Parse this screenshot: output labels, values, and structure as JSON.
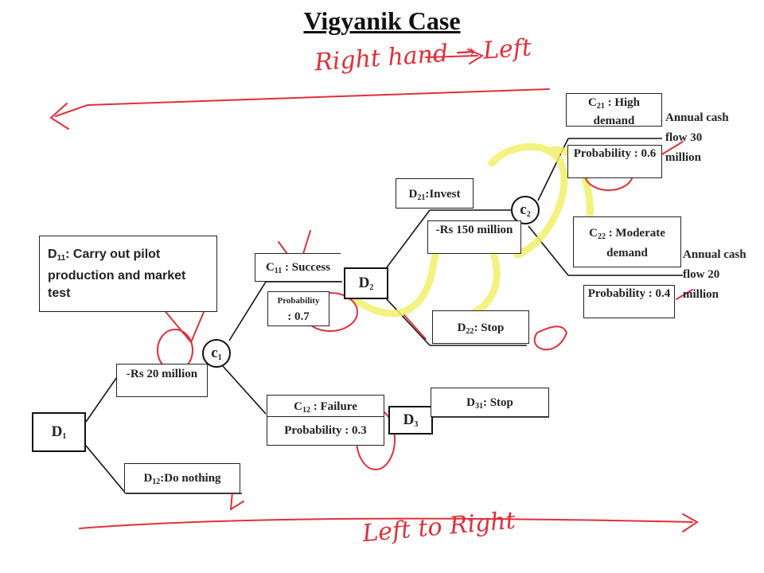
{
  "title": "Vigyanik Case",
  "colors": {
    "ink": "#e0303a",
    "highlight": "#f2f06a",
    "line": "#111111"
  },
  "nodes": {
    "d1": {
      "letter": "D",
      "sub": "1"
    },
    "c1": {
      "letter": "c",
      "sub": "1"
    },
    "d2": {
      "letter": "D",
      "sub": "2"
    },
    "d3": {
      "letter": "D",
      "sub": "3"
    },
    "c2": {
      "letter": "c",
      "sub": "2"
    }
  },
  "labels": {
    "d11": {
      "prefix": "D",
      "sub": "11",
      "text": ": Carry out pilot production and market test"
    },
    "d11_cost": "-Rs 20 million",
    "d12": {
      "prefix": "D",
      "sub": "12",
      "text": ":Do nothing"
    },
    "c11": {
      "prefix": "C",
      "sub": "11",
      "text": " : Success"
    },
    "c11_prob_label": "Probability",
    "c11_prob_value": ": 0.7",
    "c12": {
      "prefix": "C",
      "sub": "12",
      "text": " : Failure"
    },
    "c12_prob": "Probability : 0.3",
    "d21": {
      "prefix": "D",
      "sub": "21",
      "text": ":Invest"
    },
    "d21_cost": "-Rs 150 million",
    "d22": {
      "prefix": "D",
      "sub": "22",
      "text": ": Stop"
    },
    "d31": {
      "prefix": "D",
      "sub": "31",
      "text": ": Stop"
    },
    "c21": {
      "prefix": "C",
      "sub": "21",
      "text": " : High demand"
    },
    "c21_prob": "Probability : 0.6",
    "c21_cash": "Annual cash flow 30 million",
    "c22": {
      "prefix": "C",
      "sub": "22",
      "text": " : Moderate demand"
    },
    "c22_prob": "Probability : 0.4",
    "c22_cash": "Annual cash flow 20 million"
  },
  "annotations": {
    "top": "Right hand → Left",
    "bottom": "Left to Right"
  }
}
